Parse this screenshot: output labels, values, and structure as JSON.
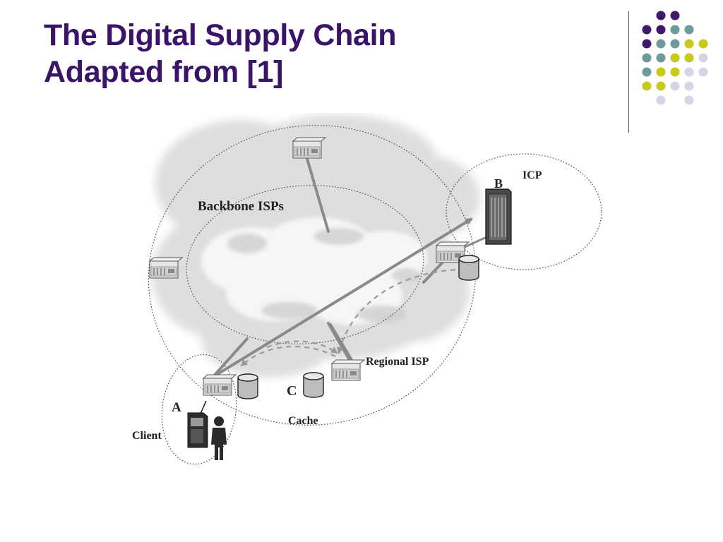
{
  "slide": {
    "title_line1": "The Digital Supply Chain",
    "title_line2": "Adapted from [1]"
  },
  "theme": {
    "title_color": "#3a1469",
    "dot_colors": {
      "purple": "#3f1a6b",
      "teal": "#6d9a9a",
      "olive": "#c9c91a",
      "lavender": "#d6d4e6"
    }
  },
  "diagram": {
    "label_backbone": "Backbone ISPs",
    "label_icp": "ICP",
    "label_b": "B",
    "label_regional": "Regional ISP",
    "label_c": "C",
    "label_cache": "Cache",
    "label_a": "A",
    "label_client": "Client"
  }
}
